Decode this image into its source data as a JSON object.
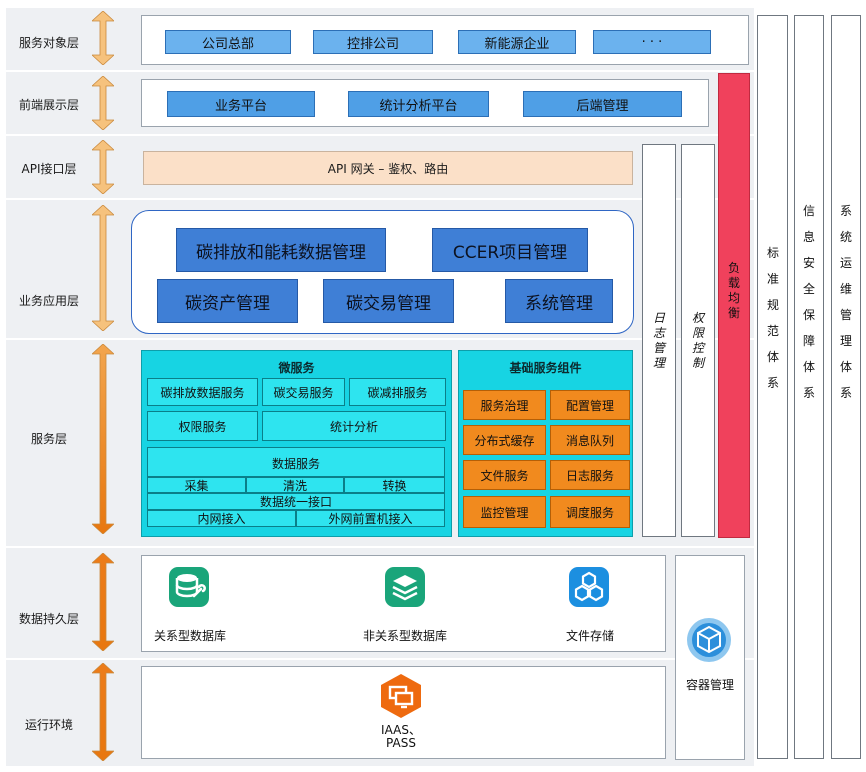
{
  "layers": [
    {
      "label": "服务对象层"
    },
    {
      "label": "前端展示层"
    },
    {
      "label": "API接口层"
    },
    {
      "label": "业务应用层"
    },
    {
      "label": "服务层"
    },
    {
      "label": "数据持久层"
    },
    {
      "label": "运行环境"
    }
  ],
  "service_objects": [
    "公司总部",
    "控排公司",
    "新能源企业",
    "· · ·"
  ],
  "frontend": [
    "业务平台",
    "统计分析平台",
    "后端管理"
  ],
  "api_gateway": "API 网关 – 鉴权、路由",
  "business_apps": [
    "碳排放和能耗数据管理",
    "CCER项目管理",
    "碳资产管理",
    "碳交易管理",
    "系统管理"
  ],
  "microservices": {
    "title": "微服务",
    "row1": [
      "碳排放数据服务",
      "碳交易服务",
      "碳减排服务"
    ],
    "row2": [
      "权限服务",
      "统计分析"
    ],
    "data_service": {
      "title": "数据服务",
      "items": [
        "采集",
        "清洗",
        "转换"
      ],
      "interface": "数据统一接口",
      "access": [
        "内网接入",
        "外网前置机接入"
      ]
    }
  },
  "base_components": {
    "title": "基础服务组件",
    "items": [
      "服务治理",
      "配置管理",
      "分布式缓存",
      "消息队列",
      "文件服务",
      "日志服务",
      "监控管理",
      "调度服务"
    ]
  },
  "persistence": [
    "关系型数据库",
    "非关系型数据库",
    "文件存储"
  ],
  "runtime": {
    "label_line1": "IAAS、",
    "label_line2": "PASS"
  },
  "container": "容器管理",
  "side_columns": {
    "log": "日志管理",
    "permission": "权限控制",
    "load_balance": "负载均衡",
    "standards": "标准规范体系",
    "security": "信息安全保障体系",
    "ops": "系统运维管理体系"
  },
  "colors": {
    "blue_box": "#4f9fe6",
    "business_box": "#3f7fd6",
    "cyan": "#17d4e3",
    "orange": "#f18a1e",
    "red": "#f0415c",
    "gateway": "#fbe0c8",
    "arrow_top": "#f2b25f",
    "arrow_bottom": "#e8770f",
    "icon_green": "#1aa57a",
    "icon_blue": "#1c8fe0",
    "icon_orange": "#ee6a0f"
  },
  "icons": {
    "relational_db": "database-wrench-icon",
    "nonrelational_db": "layers-stack-icon",
    "file_storage": "hexagon-cluster-icon",
    "runtime": "server-screens-icon",
    "container": "cube-box-icon",
    "arrows": "double-headed-arrow-icon"
  }
}
